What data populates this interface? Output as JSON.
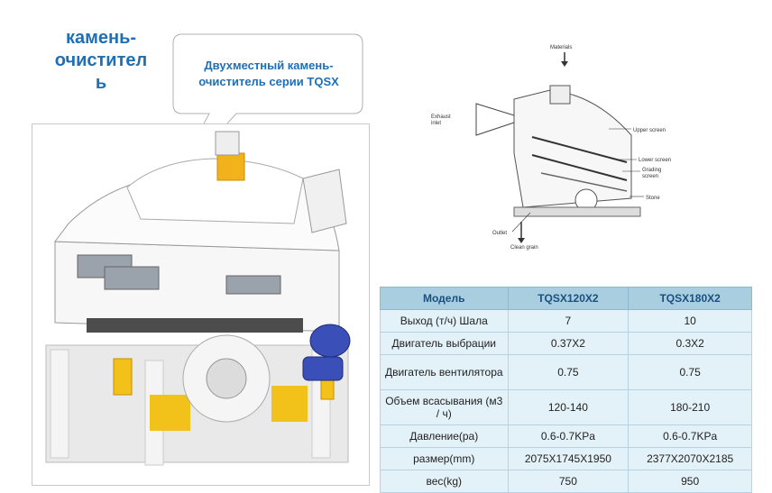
{
  "title": {
    "line1": "камень-",
    "line2": "очистител",
    "line3": "ь"
  },
  "callout": {
    "line1": "Двухместный камень-",
    "line2": "очиститель серии TQSX"
  },
  "diagram": {
    "materials": "Materials",
    "exhaust1": "Exhaust",
    "exhaust2": "inlet",
    "upper": "Upper screen",
    "lower": "Lower screen",
    "grading1": "Grading",
    "grading2": "screen",
    "stone": "Stone",
    "outlet": "Outlet",
    "clean": "Clean grain"
  },
  "table": {
    "headers": [
      "Модель",
      "TQSX120X2",
      "TQSX180X2"
    ],
    "rows": [
      [
        "Выход (т/ч) Шала",
        "7",
        "10"
      ],
      [
        "Двигатель выбрации",
        "0.37X2",
        "0.3X2"
      ],
      [
        "Двигатель вентилятора",
        "0.75",
        "0.75"
      ],
      [
        "Объем всасывания (м3 / ч)",
        "120-140",
        "180-210"
      ],
      [
        "Давление(pa)",
        "0.6-0.7KPa",
        "0.6-0.7KPa"
      ],
      [
        "размер(mm)",
        "2075X1745X1950",
        "2377X2070X2185"
      ],
      [
        "вес(kg)",
        "750",
        "950"
      ]
    ]
  }
}
